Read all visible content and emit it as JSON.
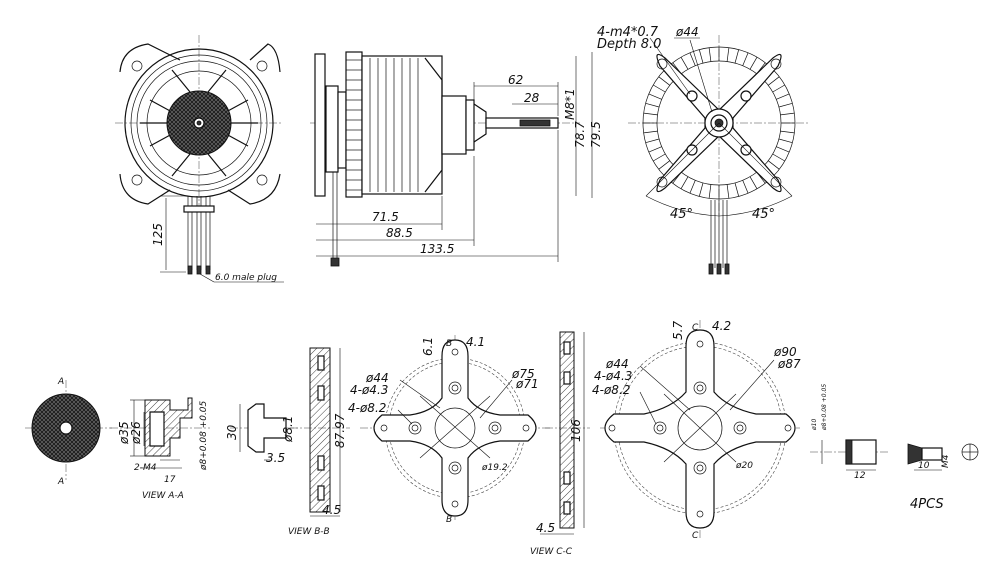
{
  "labels": {
    "thread_spec": "4-m4*0.7",
    "thread_depth": "Depth 8.0",
    "top_right_dia": "ø44",
    "dim_62": "62",
    "dim_28": "28",
    "dim_m8": "M8*1",
    "dim_787": "78.7",
    "dim_795": "79.5",
    "dim_715": "71.5",
    "dim_885": "88.5",
    "dim_1335": "133.5",
    "dim_125": "125",
    "plug_note": "6.0 male plug",
    "angle_left": "45°",
    "angle_right": "45°",
    "sec_a_top": "A",
    "sec_a_bottom": "A",
    "dia_35": "ø35",
    "dia_26": "ø26",
    "dia_8_tol": "ø8+0.08 +0.05",
    "dim_2m4": "2-M4",
    "dim_17": "17",
    "view_aa": "VIEW A-A",
    "dim_30": "30",
    "dia_81": "ø8.1",
    "dim_35": "3.5",
    "dim_8797": "87.97",
    "dim_45_bb": "4.5",
    "view_bb": "VIEW B-B",
    "dim_61": "6.1",
    "sec_b_top": "B",
    "sec_b_bottom": "B",
    "dim_41": "4.1",
    "b_dia_44": "ø44",
    "b_holes_43": "4-ø4.3",
    "b_holes_82": "4-ø8.2",
    "b_dia_75": "ø75",
    "b_dia_71": "ø71",
    "b_dia_192": "ø19.2",
    "dim_106": "106",
    "dim_45_cc": "4.5",
    "view_cc": "VIEW C-C",
    "dim_57": "5.7",
    "sec_c_top": "C",
    "sec_c_bottom": "C",
    "dim_42": "4.2",
    "c_dia_44": "ø44",
    "c_holes_43": "4-ø4.3",
    "c_holes_82": "4-ø8.2",
    "c_dia_90": "ø90",
    "c_dia_87": "ø87",
    "c_dia_20": "ø20",
    "bush_dia_10": "ø10",
    "bush_dia_8_tol": "ø8+0.08 +0.05",
    "bush_dim_12": "12",
    "screw_dim_10": "10",
    "screw_m4": "M4",
    "qty": "4PCS"
  }
}
